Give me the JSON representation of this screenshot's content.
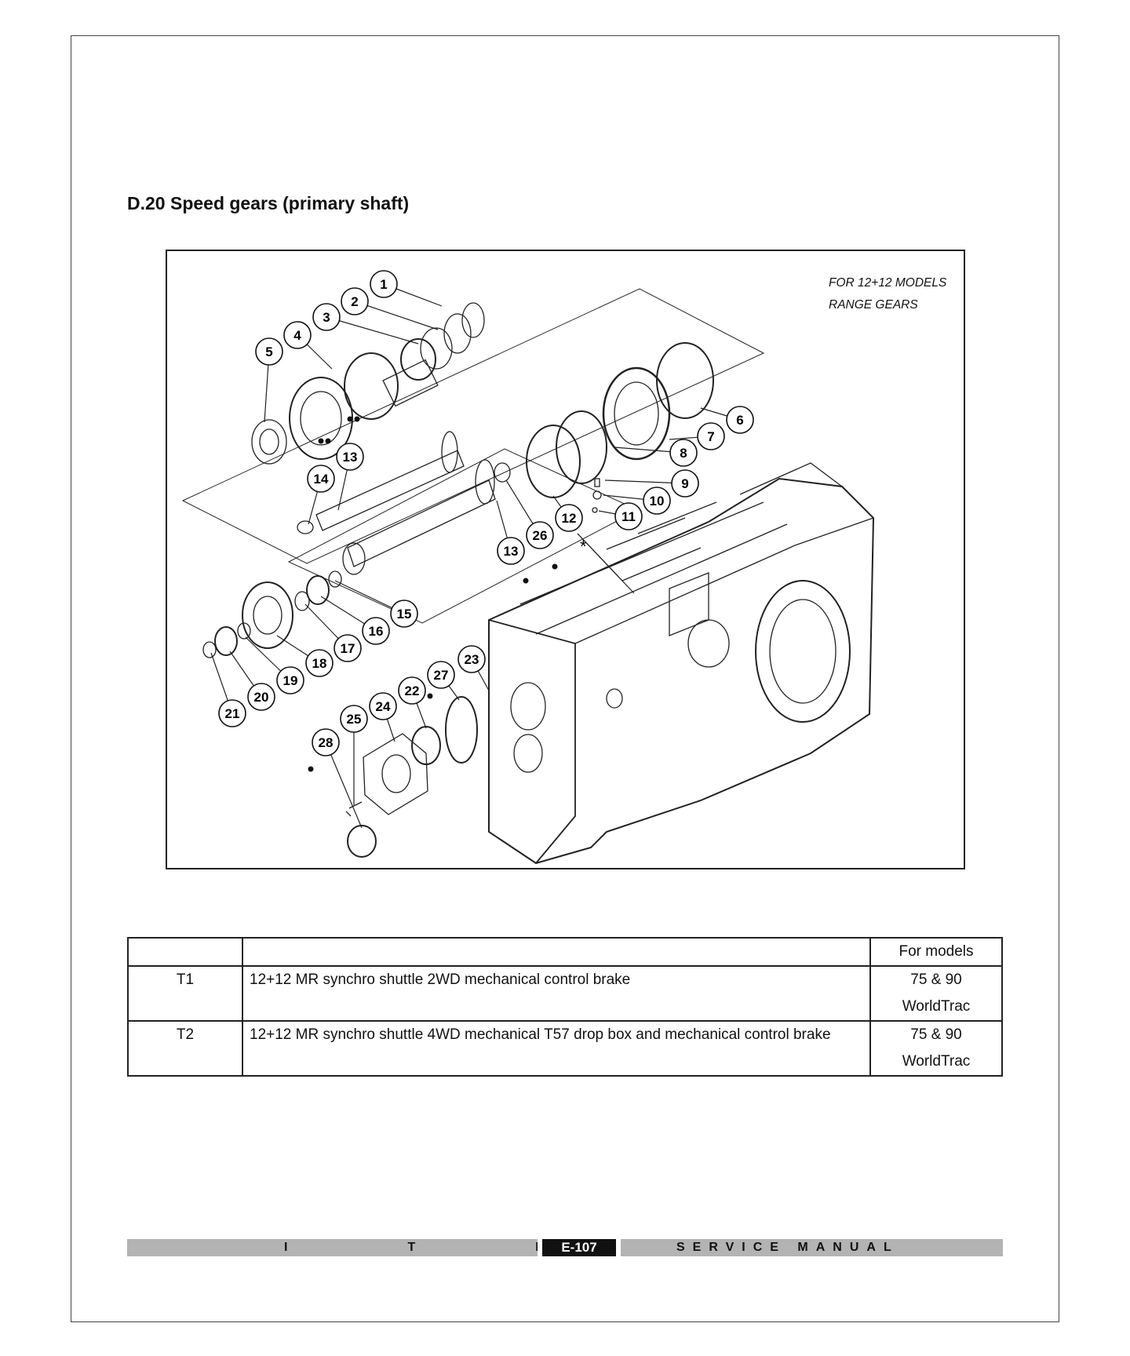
{
  "section_title": "D.20 Speed gears (primary shaft)",
  "figure": {
    "notes": [
      "FOR 12+12 MODELS",
      "RANGE GEARS"
    ],
    "callouts": [
      "1",
      "2",
      "3",
      "4",
      "5",
      "6",
      "7",
      "8",
      "9",
      "10",
      "11",
      "12",
      "13",
      "13",
      "14",
      "15",
      "16",
      "17",
      "18",
      "19",
      "20",
      "21",
      "22",
      "23",
      "24",
      "25",
      "26",
      "27",
      "28"
    ],
    "marks": {
      "star": "*"
    }
  },
  "table": {
    "header": [
      "",
      "",
      "For models"
    ],
    "rows": [
      {
        "code": "T1",
        "description": "12+12 MR synchro shuttle 2WD mechanical control brake",
        "models": [
          "75 & 90",
          "WorldTrac"
        ]
      },
      {
        "code": "T2",
        "description": "12+12 MR synchro shuttle 4WD mechanical T57 drop box and mechanical control brake",
        "models": [
          "75 & 90",
          "WorldTrac"
        ]
      }
    ]
  },
  "footer": {
    "left_letters": [
      "I",
      "T",
      "L"
    ],
    "page_number": "E-107",
    "right_text": "SERVICE MANUAL"
  }
}
